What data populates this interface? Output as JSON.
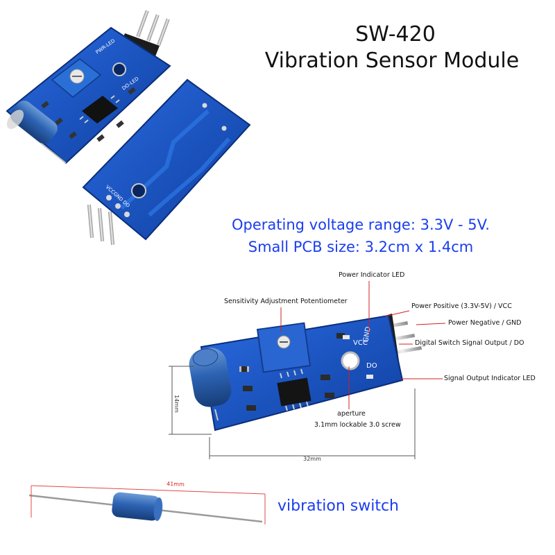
{
  "header": {
    "title_line1": "SW-420",
    "title_line2": "Vibration Sensor Module"
  },
  "specs": {
    "voltage": "Operating voltage range: 3.3V - 5V.",
    "size": "Small PCB size: 3.2cm x 1.4cm"
  },
  "callouts": {
    "power_led": "Power Indicator LED",
    "potentiometer": "Sensitivity Adjustment Potentiometer",
    "vcc": "Power Positive (3.3V-5V) / VCC",
    "gnd": "Power Negative / GND",
    "do": "Digital Switch Signal Output / DO",
    "signal_led": "Signal Output Indicator LED",
    "aperture": "aperture",
    "screw": "3.1mm lockable 3.0 screw"
  },
  "dimensions": {
    "height": "14mm",
    "length": "32mm",
    "switch_length": "41mm"
  },
  "switch_label": "vibration switch",
  "board_silkscreen": {
    "vcc": "VCC",
    "gnd": "GND",
    "do": "DO",
    "back_pins": "VCCGND DO",
    "front_top": "PWR-LED",
    "front_do": "DO-LED"
  },
  "colors": {
    "pcb": "#1a57c8",
    "pcb_dark": "#0d3a96",
    "callout_line": "#d22020",
    "accent_text": "#1a3df0"
  }
}
